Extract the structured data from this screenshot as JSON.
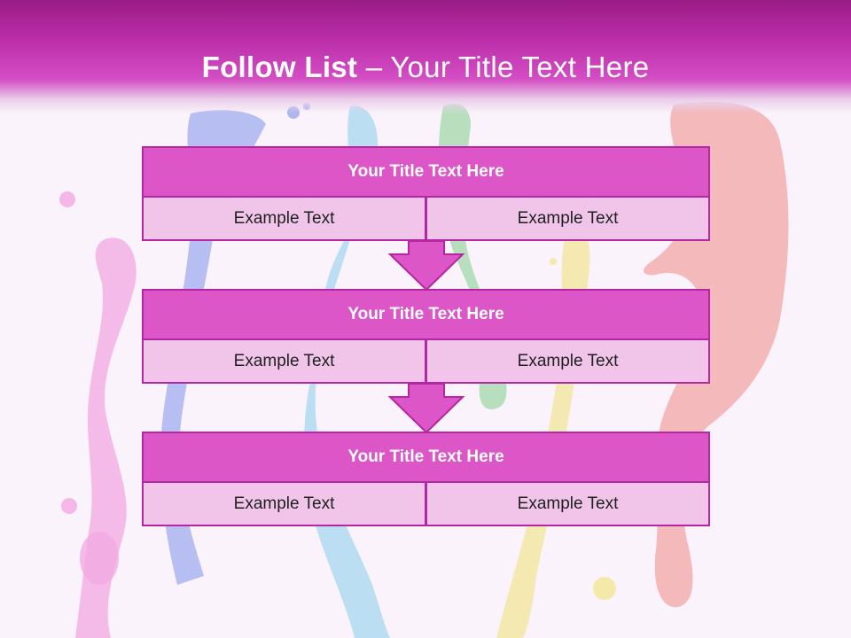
{
  "slide": {
    "title_lead": "Follow List",
    "title_sep": "  – ",
    "title_rest": "Your Title Text Here"
  },
  "steps": [
    {
      "title": "Your Title Text Here",
      "left": "Example Text",
      "right": "Example Text"
    },
    {
      "title": "Your Title Text Here",
      "left": "Example Text",
      "right": "Example Text"
    },
    {
      "title": "Your Title Text Here",
      "left": "Example Text",
      "right": "Example Text"
    }
  ],
  "colors": {
    "header": "#bb2ea8",
    "card_title_fill": "#dd56c8",
    "card_cell_fill": "#f0c5e9",
    "border": "#b526a2",
    "arrow": "#dd56c8"
  },
  "icons": [
    "down-arrow-icon"
  ]
}
